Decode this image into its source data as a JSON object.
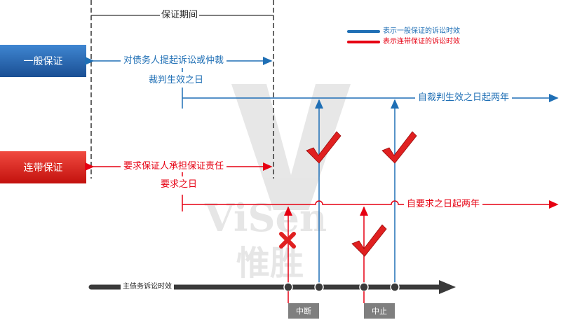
{
  "guarantee_period_label": "保证期间",
  "general": {
    "box_label": "一般保证",
    "left_range_text": "对债务人提起诉讼或仲裁",
    "start_label": "裁判生效之日",
    "timeline_text": "自裁判生效之日起两年"
  },
  "joint": {
    "box_label": "连带保证",
    "left_range_text": "要求保证人承担保证责任",
    "start_label": "要求之日",
    "timeline_text": "自要求之日起两年"
  },
  "legend": {
    "general_text": "表示一般保证的诉讼时效",
    "joint_text": "表示连带保证的诉讼时效"
  },
  "main_debt": {
    "label": "主债务诉讼时效",
    "interrupt_label": "中断",
    "suspend_label": "中止"
  },
  "watermark": "ViSen 惟胜",
  "colors": {
    "blue": "#1f6fb5",
    "red": "#e60012",
    "box_blue": "#1c5fa8",
    "box_red": "#e0201b",
    "dark_arrow": "#3a3a3a",
    "badge": "#7f7f7f"
  }
}
